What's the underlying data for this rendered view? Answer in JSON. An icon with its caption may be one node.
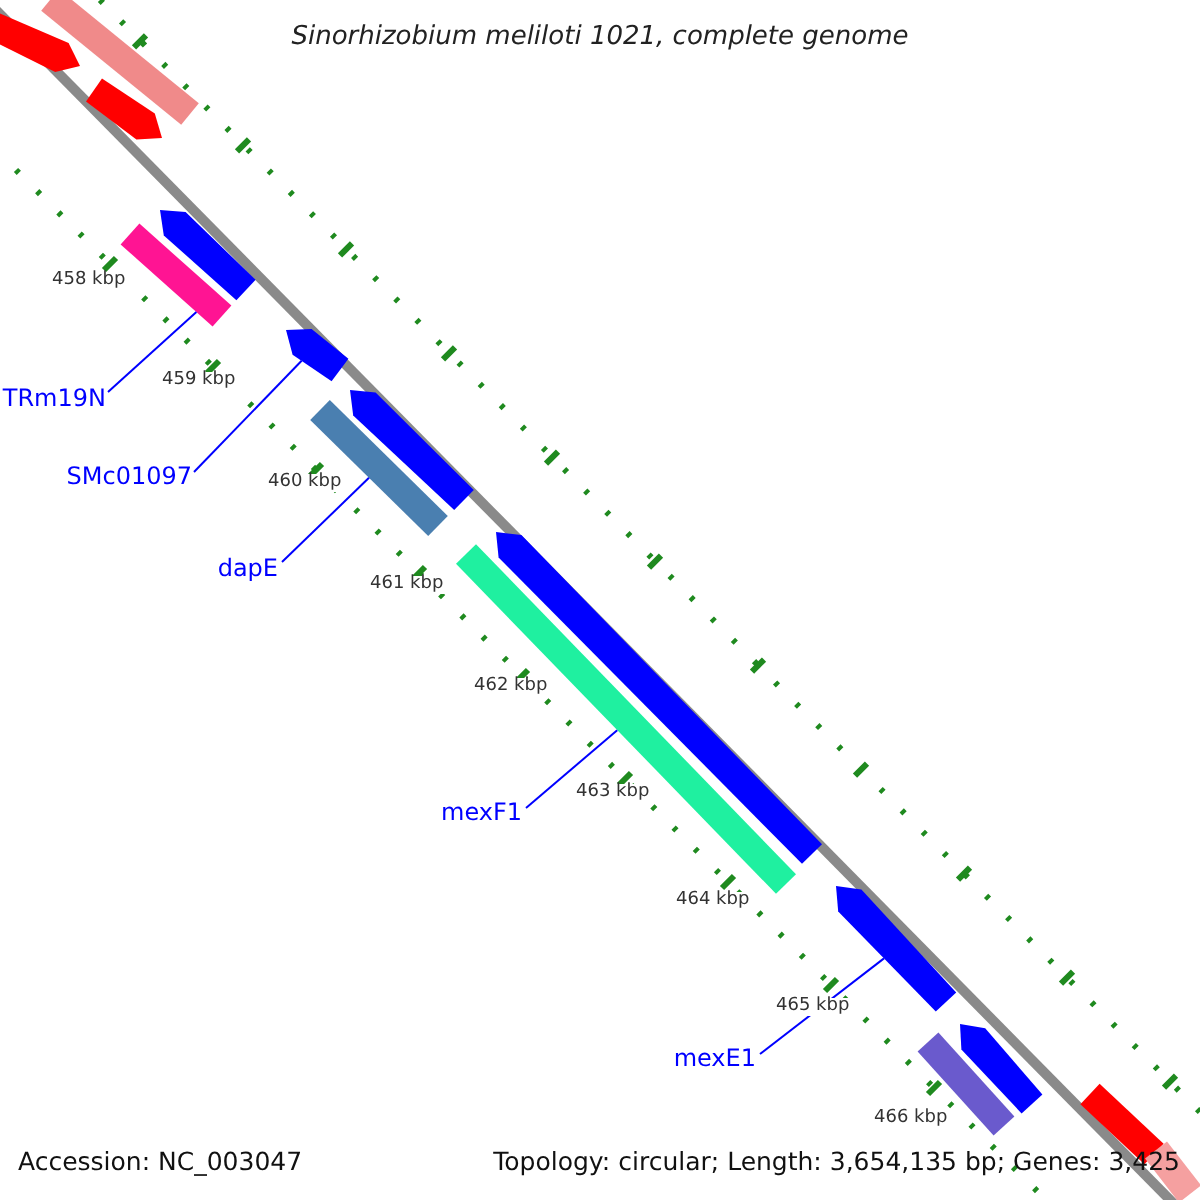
{
  "diagram": {
    "title": "Sinorhizobium meliloti 1021, complete genome",
    "nodes": [
      {
        "text": [],
        "shape": "pentagon"
      },
      {
        "text": [],
        "shape": "bar"
      },
      {
        "text": [],
        "shape": "pentagon"
      },
      {
        "text": [],
        "shape": "pentagon"
      },
      {
        "text": [],
        "shape": "bar"
      },
      {
        "text": [],
        "shape": "pentagon"
      },
      {
        "text": [],
        "shape": "pentagon"
      },
      {
        "text": [],
        "shape": "bar"
      },
      {
        "text": [],
        "shape": "pentagon"
      },
      {
        "text": [],
        "shape": "bar"
      },
      {
        "text": [],
        "shape": "pentagon"
      },
      {
        "text": [],
        "shape": "bar"
      },
      {
        "text": [],
        "shape": "pentagon"
      },
      {
        "text": [],
        "shape": "bar"
      },
      {
        "text": [],
        "shape": "bar"
      },
      {
        "text": [
          "TRm19N"
        ]
      },
      {
        "text": [
          "SMc01097"
        ]
      },
      {
        "text": [
          "dapE"
        ]
      },
      {
        "text": [
          "mexF1"
        ]
      },
      {
        "text": [
          "mexE1"
        ]
      }
    ],
    "edges": [
      {
        "from": 15,
        "to": 4,
        "arrow": "none"
      },
      {
        "from": 16,
        "to": 5,
        "arrow": "none"
      },
      {
        "from": 17,
        "to": 7,
        "arrow": "none"
      },
      {
        "from": 18,
        "to": 9,
        "arrow": "none"
      },
      {
        "from": 19,
        "to": 10,
        "arrow": "none"
      }
    ],
    "labels": [
      "458 kbp",
      "459 kbp",
      "460 kbp",
      "461 kbp",
      "462 kbp",
      "463 kbp",
      "464 kbp",
      "465 kbp",
      "466 kbp",
      "Accession: NC_003047",
      "Topology: circular; Length: 3,654,135 bp; Genes: 3,425"
    ]
  }
}
